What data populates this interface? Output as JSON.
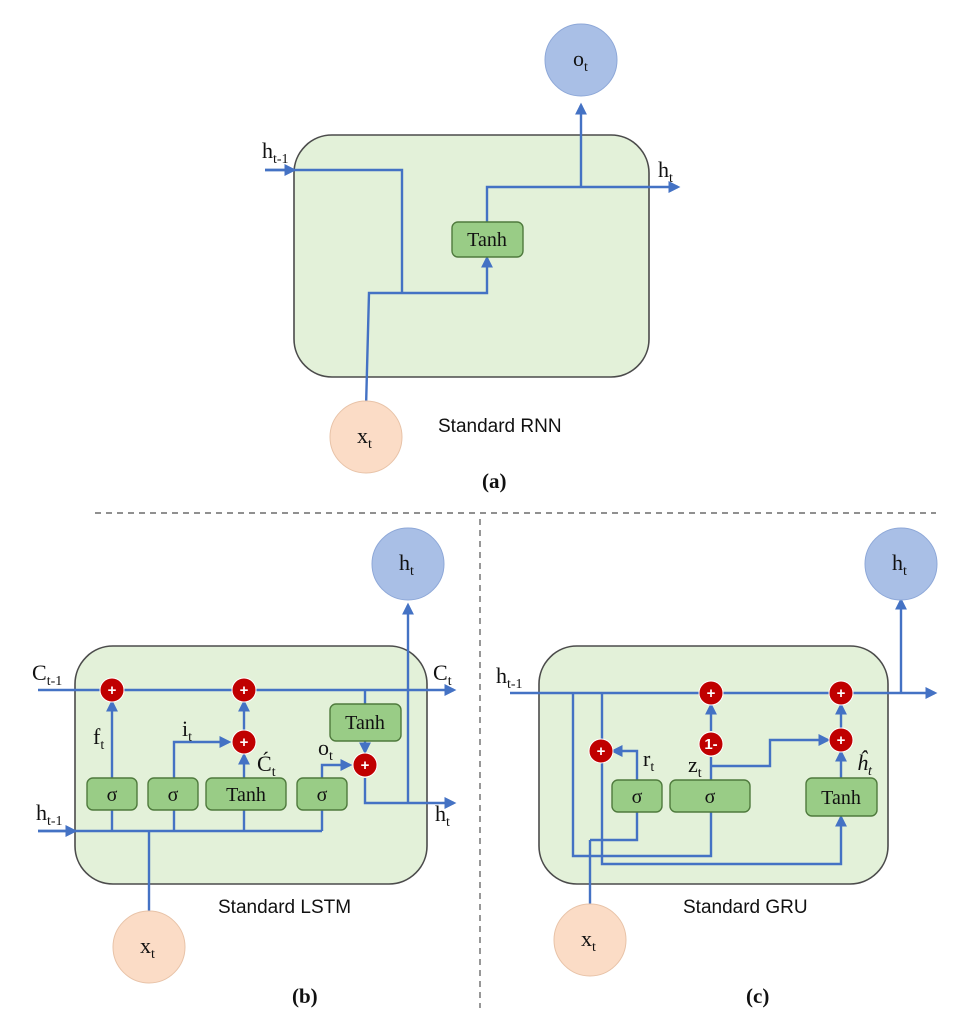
{
  "rnn": {
    "caption": "Standard RNN",
    "panel_label": "(a)",
    "gate_tanh": "Tanh",
    "h_prev": {
      "base": "h",
      "sub": "t-1"
    },
    "h_out": {
      "base": "h",
      "sub": "t"
    },
    "o_out": {
      "base": "o",
      "sub": "t"
    },
    "x_in": {
      "base": "x",
      "sub": "t"
    }
  },
  "lstm": {
    "caption": "Standard LSTM",
    "panel_label": "(b)",
    "gates": [
      "σ",
      "σ",
      "Tanh",
      "σ"
    ],
    "gate_tanh_out": "Tanh",
    "op_symbol": "+",
    "c_prev": {
      "base": "C",
      "sub": "t-1"
    },
    "c_out": {
      "base": "C",
      "sub": "t"
    },
    "h_prev": {
      "base": "h",
      "sub": "t-1"
    },
    "h_out": {
      "base": "h",
      "sub": "t"
    },
    "h_node": {
      "base": "h",
      "sub": "t"
    },
    "x_in": {
      "base": "x",
      "sub": "t"
    },
    "f": {
      "base": "f",
      "sub": "t"
    },
    "i": {
      "base": "i",
      "sub": "t"
    },
    "c_tilde": {
      "base": "Ć",
      "sub": "t"
    },
    "o": {
      "base": "o",
      "sub": "t"
    }
  },
  "gru": {
    "caption": "Standard GRU",
    "panel_label": "(c)",
    "gates": [
      "σ",
      "σ",
      "Tanh"
    ],
    "op_symbol": "+",
    "one_minus": "1-",
    "h_prev": {
      "base": "h",
      "sub": "t-1"
    },
    "h_node": {
      "base": "h",
      "sub": "t"
    },
    "x_in": {
      "base": "x",
      "sub": "t"
    },
    "r": {
      "base": "r",
      "sub": "t"
    },
    "z": {
      "base": "z",
      "sub": "t"
    },
    "h_hat": {
      "base": "ĥ",
      "sub": "t"
    }
  },
  "colors": {
    "wire": "#4472c4",
    "cell_fill": "#e3f1d9",
    "gate_fill": "#99cc86",
    "op_fill": "#c00000",
    "output_node": "#a9bfe6",
    "input_node": "#fbdcc6"
  }
}
